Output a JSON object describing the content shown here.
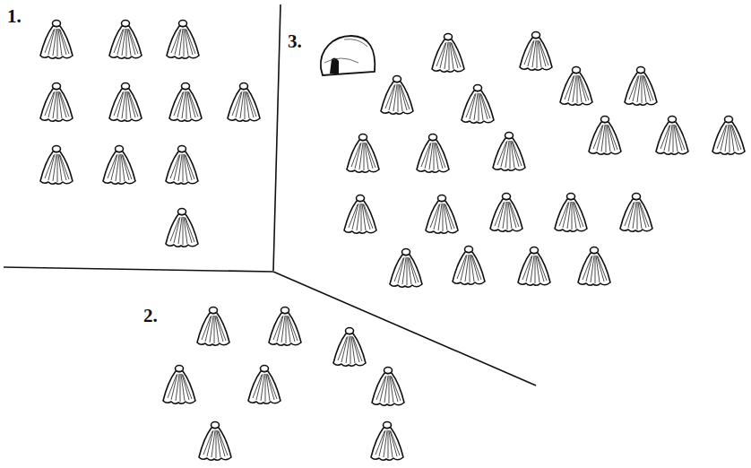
{
  "diagram": {
    "labels": [
      "1.",
      "3.",
      "2."
    ]
  }
}
